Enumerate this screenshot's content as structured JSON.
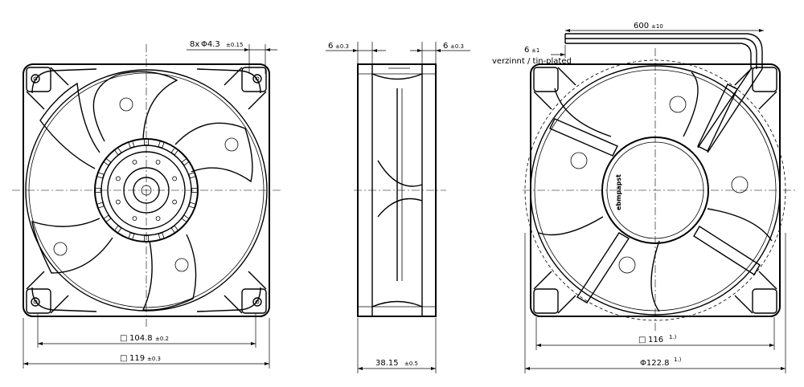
{
  "front_view": {
    "hole_label": "8x",
    "hole_diam": "Φ4.3",
    "hole_tol": "±0.15",
    "inner_sym": "□",
    "inner_value": "104.8",
    "inner_tol": "±0.2",
    "outer_sym": "□",
    "outer_value": "119",
    "outer_tol": "±0.3"
  },
  "side_view": {
    "left_value": "6",
    "left_tol": "±0.3",
    "right_value": "6",
    "right_tol": "±0.3",
    "depth_value": "38.15",
    "depth_tol": "±0.5"
  },
  "rear_view": {
    "lead_value": "600",
    "lead_tol": "±10",
    "strip_value": "6",
    "strip_tol": "±1",
    "strip_note": "verzinnt / tin-plated",
    "hole_sym": "□",
    "hole_value": "116",
    "hole_note": "1.)",
    "diam_value": "Φ122.8",
    "diam_note": "1.)",
    "brand": "ebmpapst"
  }
}
